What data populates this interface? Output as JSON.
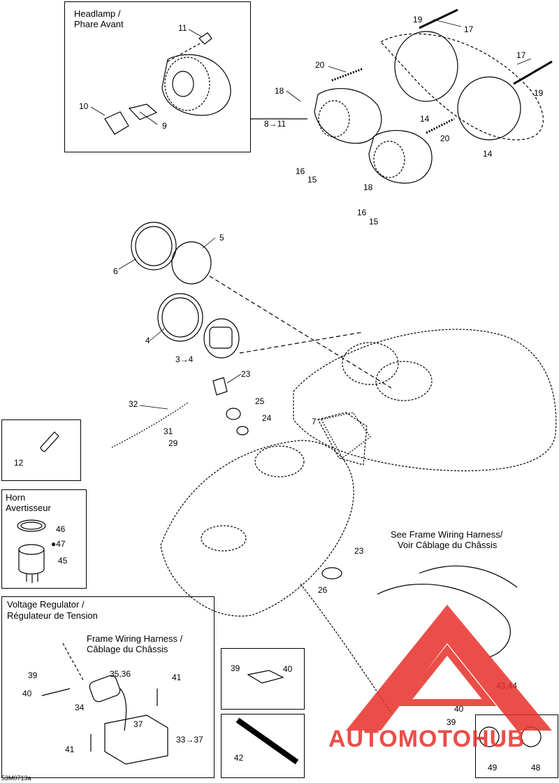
{
  "headlamp_box": {
    "title_en": "Headlamp /",
    "title_fr": "Phare Avant"
  },
  "horn_box": {
    "title_en": "Horn",
    "title_fr": "Avertisseur"
  },
  "voltage_box": {
    "title_en": "Voltage Regulator /",
    "title_fr": "Régulateur de Tension",
    "harness_en": "Frame Wiring Harness /",
    "harness_fr": "Câblage du Châssis"
  },
  "frame_note": {
    "en": "See Frame Wiring Harness/",
    "fr": "Voir Câblage du Châssis"
  },
  "part_labels": {
    "p11": "11",
    "p10": "10",
    "p9": "9",
    "p8to11": "8→11",
    "p19a": "19",
    "p17a": "17",
    "p17b": "17",
    "p19b": "19",
    "p20a": "20",
    "p20b": "20",
    "p18a": "18",
    "p18b": "18",
    "p14a": "14",
    "p14b": "14",
    "p16a": "16",
    "p15a": "15",
    "p16b": "16",
    "p15b": "15",
    "p5": "5",
    "p6": "6",
    "p4": "4",
    "p3to4": "3→4",
    "p23a": "23",
    "p32": "32",
    "p25": "25",
    "p31": "31",
    "p24": "24",
    "p29": "29",
    "p7": "7",
    "p12": "12",
    "p46": "46",
    "p47": "47",
    "p45": "45",
    "p23b": "23",
    "p26": "26",
    "p39a": "39",
    "p40a": "40",
    "p35_36": "35,36",
    "p41a": "41",
    "p34": "34",
    "p37": "37",
    "p41b": "41",
    "p33to37": "33→37",
    "p39b": "39",
    "p40b": "40",
    "p42": "42",
    "p43_44": "43,44",
    "p40c": "40",
    "p39c": "39",
    "p49": "49",
    "p48": "48"
  },
  "drawing_code": "53M0713a",
  "watermark": {
    "text": "AUTOMOTOHUB",
    "color": "#e8302a",
    "accent": "#f2a51f"
  }
}
